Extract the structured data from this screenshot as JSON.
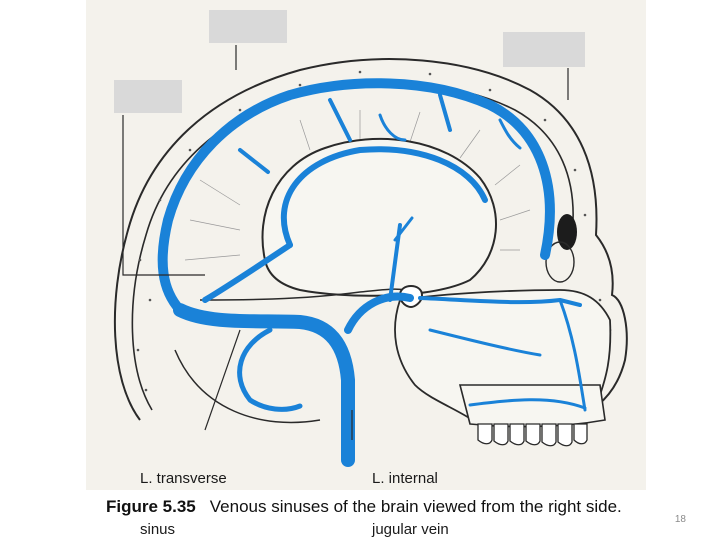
{
  "labels": {
    "transverse_sinus_line1": "L. transverse",
    "transverse_sinus_line2": "sinus",
    "internal_jugular_line1": "L. internal",
    "internal_jugular_line2": "jugular vein"
  },
  "caption": {
    "figure_number": "Figure 5.35",
    "text": "Venous sinuses of the brain viewed from the right side."
  },
  "slide_number": "18",
  "colors": {
    "vein_blue": "#1a82d8",
    "mask_gray": "#d9d9d9",
    "paper": "#f4f2ec",
    "ink": "#2a2a2a"
  }
}
